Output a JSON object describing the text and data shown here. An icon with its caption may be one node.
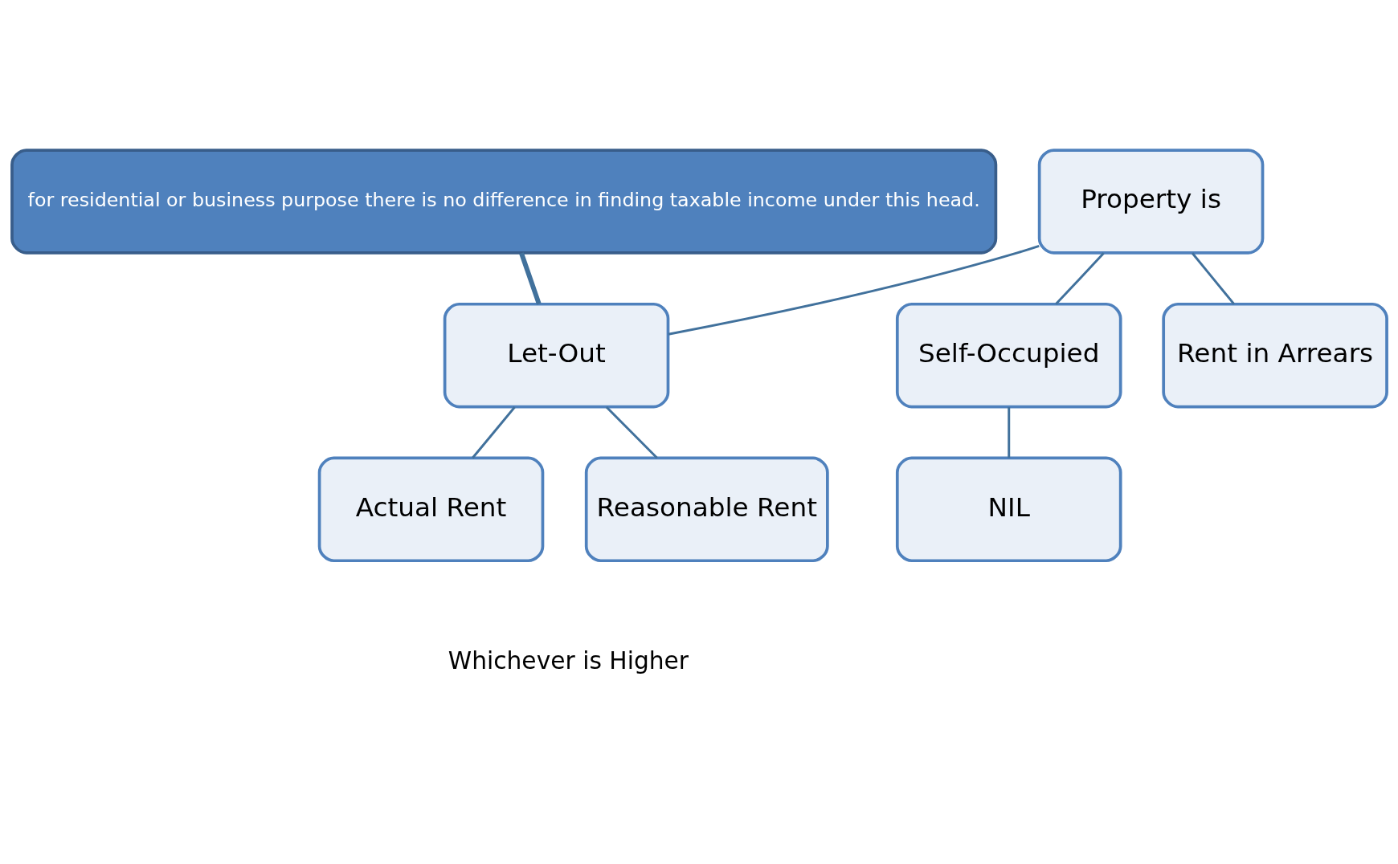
{
  "diagram": {
    "nodes": [
      {
        "text": [
          "for residential or business purpose there is no difference in finding taxable income under this head."
        ]
      },
      {
        "text": [
          "Property is"
        ]
      },
      {
        "text": [
          "Let-Out"
        ]
      },
      {
        "text": [
          "Self-Occupied"
        ]
      },
      {
        "text": [
          "Rent in Arrears"
        ]
      },
      {
        "text": [
          "Actual Rent"
        ]
      },
      {
        "text": [
          "Reasonable Rent"
        ]
      },
      {
        "text": [
          "NIL"
        ]
      }
    ],
    "edges": [
      {
        "from": 1,
        "to": 2,
        "arrow": "none"
      },
      {
        "from": 1,
        "to": 3,
        "arrow": "none"
      },
      {
        "from": 1,
        "to": 4,
        "arrow": "none"
      },
      {
        "from": 0,
        "to": 2,
        "arrow": "none",
        "style": "thick"
      },
      {
        "from": 2,
        "to": 5,
        "arrow": "none"
      },
      {
        "from": 2,
        "to": 6,
        "arrow": "none"
      },
      {
        "from": 3,
        "to": 7,
        "arrow": "none"
      }
    ],
    "labels": [
      "Whichever is Higher"
    ]
  }
}
